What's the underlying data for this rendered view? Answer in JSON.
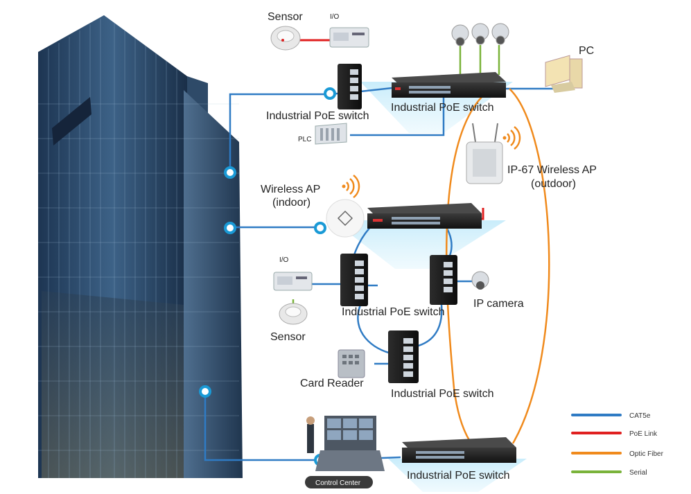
{
  "labels": {
    "sensor_top": "Sensor",
    "io_top": "I/O",
    "pc": "PC",
    "ind_switch_top_left": "Industrial PoE switch",
    "ind_switch_top_main": "Industrial PoE switch",
    "plc": "PLC",
    "wireless_ap_outdoor": "IP-67 Wireless AP",
    "wireless_ap_outdoor_sub": "(outdoor)",
    "wireless_ap_indoor": "Wireless AP",
    "wireless_ap_indoor_sub": "(indoor)",
    "io_mid": "I/O",
    "ind_switch_mid": "Industrial PoE switch",
    "ip_camera": "IP camera",
    "sensor_mid": "Sensor",
    "card_reader": "Card Reader",
    "ind_switch_low": "Industrial PoE switch",
    "control_center": "Control Center",
    "ind_switch_bottom": "Industrial PoE switch"
  },
  "legend": [
    {
      "label": "CAT5e",
      "color": "#2f7bc4"
    },
    {
      "label": "PoE Link",
      "color": "#e02020"
    },
    {
      "label": "Optic Fiber",
      "color": "#f08a1c"
    },
    {
      "label": "Serial",
      "color": "#7ab33a"
    }
  ],
  "colors": {
    "cat5e": "#2f7bc4",
    "poe": "#e02020",
    "fiber": "#f08a1c",
    "serial": "#7ab33a",
    "connector": "#1a9ad6"
  }
}
